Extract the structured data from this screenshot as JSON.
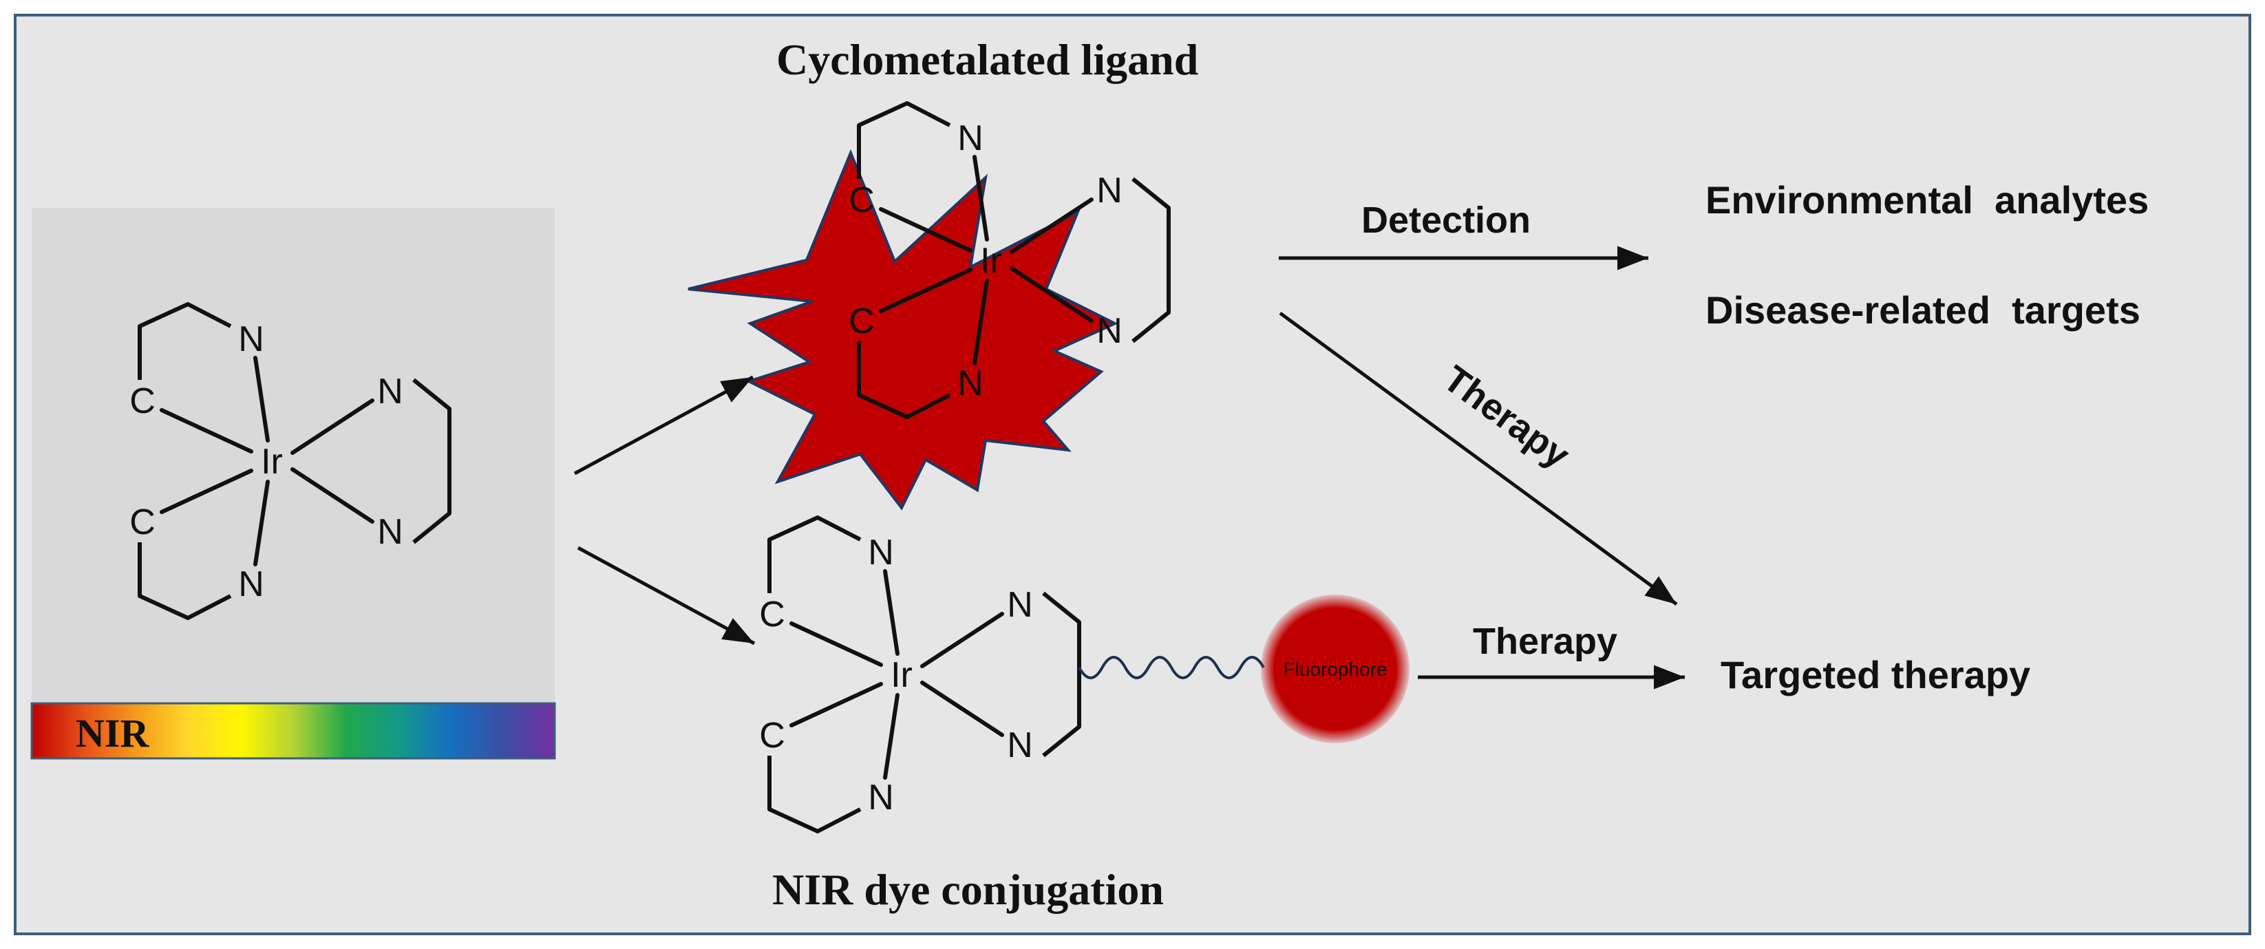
{
  "labels": {
    "cyclometalated_ligand": "Cyclometalated ligand",
    "nir_dye_conjugation": "NIR dye conjugation",
    "nir": "NIR",
    "detection": "Detection",
    "therapy_diagonal": "Therapy",
    "therapy_horizontal": "Therapy",
    "fluorophore": "Fluorophore"
  },
  "outcomes": {
    "environmental": "Environmental  analytes",
    "disease": "Disease-related  targets",
    "targeted": "Targeted therapy"
  },
  "atoms": {
    "iridium": "Ir",
    "nitrogen": "N",
    "carbon": "C"
  },
  "colors": {
    "panel_bg": "#e6e6e6",
    "left_panel_bg": "#d9d9d9",
    "border": "#3f5d78",
    "star_fill": "#c00000",
    "star_stroke": "#1f3864",
    "fluorophore": "#c00000",
    "bond": "#111111",
    "linker": "#1f2f4f"
  },
  "spectrum": [
    "#c00000",
    "#e8501a",
    "#f59a1c",
    "#ffd82b",
    "#fff600",
    "#b5d334",
    "#22a84b",
    "#139a88",
    "#1470c0",
    "#3a4fa4",
    "#7030a0"
  ]
}
